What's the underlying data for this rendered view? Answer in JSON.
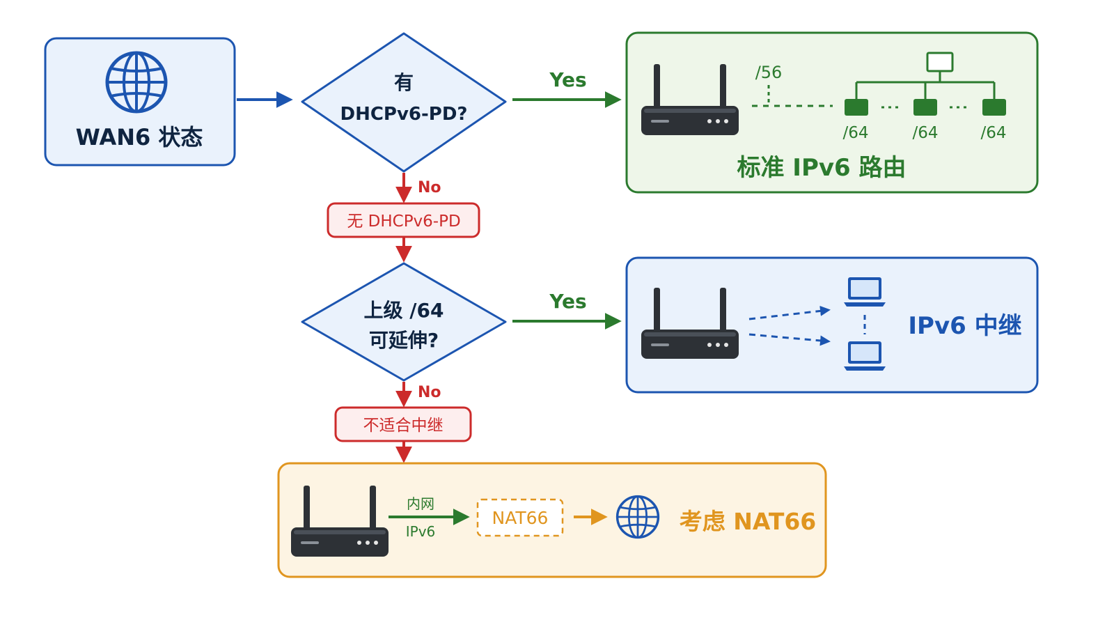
{
  "colors": {
    "blue": "#1c55b0",
    "blue_fill": "#eaf2fc",
    "green": "#2b7a2e",
    "green_fill": "#eef6e9",
    "red": "#cc2b2b",
    "red_fill": "#fdeeee",
    "orange": "#e0951f",
    "orange_fill": "#fdf4e3",
    "dark_text": "#0f2440",
    "router_body": "#2d3136"
  },
  "wan": {
    "label": "WAN6 状态",
    "icon": "globe-icon"
  },
  "decision1": {
    "line1": "有",
    "line2": "DHCPv6-PD?",
    "yes": "Yes",
    "no": "No"
  },
  "no_pd": {
    "label": "无 DHCPv6-PD"
  },
  "decision2": {
    "line1": "上级 /64",
    "line2": "可延伸?",
    "yes": "Yes",
    "no": "No"
  },
  "no_relay": {
    "label": "不适合中继"
  },
  "result_routing": {
    "title": "标准 IPv6 路由",
    "prefix": "/56",
    "subnets": [
      "/64",
      "/64",
      "/64"
    ],
    "icons": [
      "router-icon",
      "network-tree-icon"
    ]
  },
  "result_relay": {
    "title": "IPv6 中继",
    "icons": [
      "router-icon",
      "laptop-icon"
    ]
  },
  "result_nat": {
    "title": "考虑 NAT66",
    "lan_line1": "内网",
    "lan_line2": "IPv6",
    "nat_label": "NAT66",
    "icons": [
      "router-icon",
      "globe-icon"
    ]
  }
}
